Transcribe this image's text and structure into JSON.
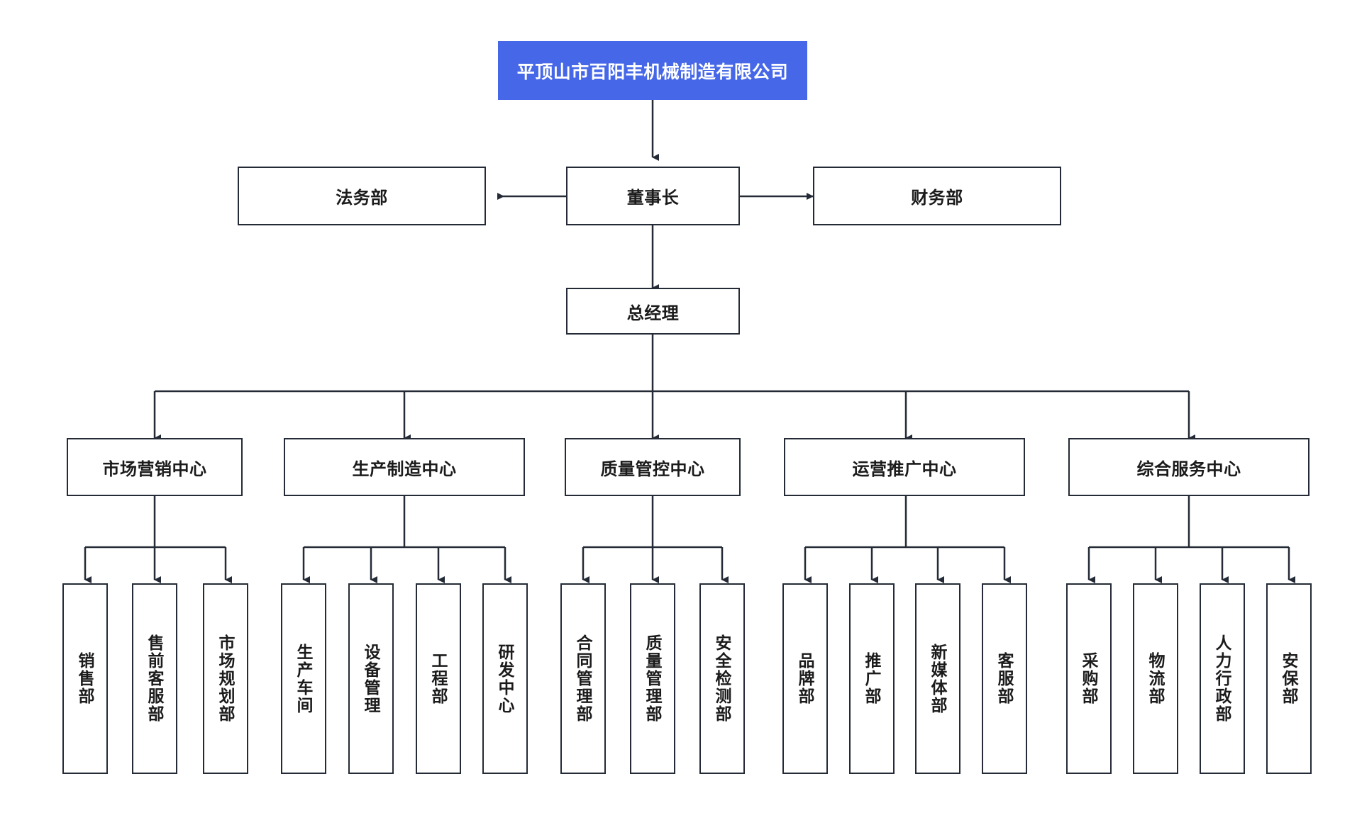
{
  "diagram": {
    "title": "平顶山市百阳丰机械制造有限公司",
    "type": "organization-chart",
    "orientation": "top-down",
    "colors": {
      "root_fill": "#4668e8",
      "root_text": "#ffffff",
      "node_fill": "#ffffff",
      "node_border": "#242b36",
      "node_text": "#1b1b1b",
      "connector": "#242b36",
      "background": "#ffffff"
    }
  },
  "nodes": {
    "root": {
      "label": "平顶山市百阳丰机械制造有限公司"
    },
    "chairman": {
      "label": "董事长"
    },
    "legal": {
      "label": "法务部"
    },
    "finance": {
      "label": "财务部"
    },
    "general_manager": {
      "label": "总经理"
    },
    "centers": [
      {
        "label": "市场营销中心"
      },
      {
        "label": "生产制造中心"
      },
      {
        "label": "质量管控中心"
      },
      {
        "label": "运营推广中心"
      },
      {
        "label": "综合服务中心"
      }
    ],
    "departments": {
      "marketing": [
        {
          "label": "销售部"
        },
        {
          "label": "售前客服部"
        },
        {
          "label": "市场规划部"
        }
      ],
      "manufacturing": [
        {
          "label": "生产车间"
        },
        {
          "label": "设备管理"
        },
        {
          "label": "工程部"
        },
        {
          "label": "研发中心"
        }
      ],
      "quality": [
        {
          "label": "合同管理部"
        },
        {
          "label": "质量管理部"
        },
        {
          "label": "安全检测部"
        }
      ],
      "operations": [
        {
          "label": "品牌部"
        },
        {
          "label": "推广部"
        },
        {
          "label": "新媒体部"
        },
        {
          "label": "客服部"
        }
      ],
      "services": [
        {
          "label": "采购部"
        },
        {
          "label": "物流部"
        },
        {
          "label": "人力行政部"
        },
        {
          "label": "安保部"
        }
      ]
    }
  }
}
